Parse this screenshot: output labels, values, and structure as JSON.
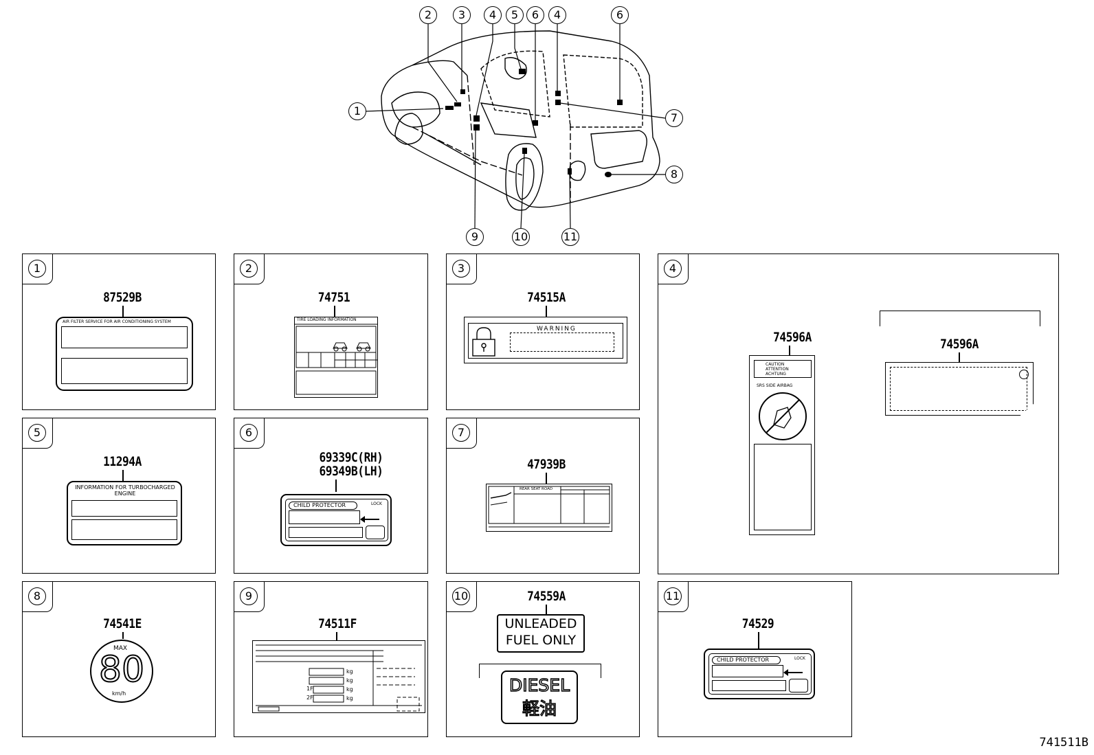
{
  "diagram_id": "741511B",
  "callouts": [
    "1",
    "2",
    "3",
    "4",
    "5",
    "6",
    "7",
    "8",
    "9",
    "10",
    "11"
  ],
  "panels": [
    {
      "num": "1",
      "part": "87529B",
      "label_text": "AIR FILTER SERVICE FOR AIR CONDITIONING SYSTEM"
    },
    {
      "num": "2",
      "part": "74751",
      "label_text": "TIRE LOADING INFORMATION"
    },
    {
      "num": "3",
      "part": "74515A",
      "label_text": "WARNING"
    },
    {
      "num": "4",
      "part": "74596A",
      "part_b": "74596A",
      "label_text": "CAUTION ATTENTION ACHTUNG",
      "label_text_b": "SRS SIDE AIRBAG"
    },
    {
      "num": "5",
      "part": "11294A",
      "label_text": "INFORMATION FOR TURBOCHARGED ENGINE"
    },
    {
      "num": "6",
      "part": "69339C(RH)",
      "part_b": "69349B(LH)",
      "label_text": "CHILD PROTECTOR",
      "lock": "LOCK"
    },
    {
      "num": "7",
      "part": "47939B",
      "label_text": "REAR SEAT ROAD"
    },
    {
      "num": "8",
      "part": "74541E",
      "max": "MAX",
      "speed": "80",
      "unit": "km/h"
    },
    {
      "num": "9",
      "part": "74511F",
      "kg": "kg",
      "row1": "1F",
      "row2": "2F"
    },
    {
      "num": "10",
      "part": "74559A",
      "line1": "UNLEADED",
      "line2": "FUEL ONLY",
      "line3": "DIESEL",
      "line4": "軽油"
    },
    {
      "num": "11",
      "part": "74529",
      "label_text": "CHILD PROTECTOR",
      "lock": "LOCK"
    }
  ]
}
